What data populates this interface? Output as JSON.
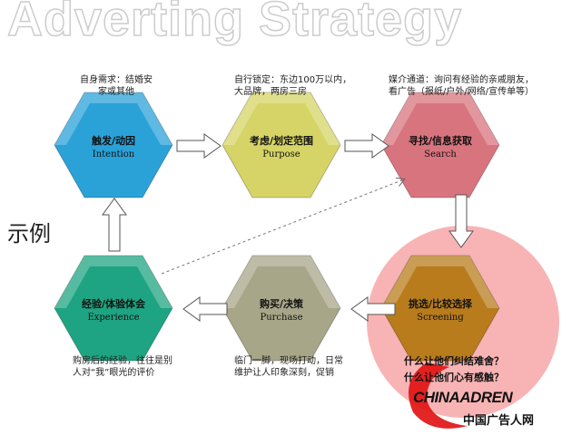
{
  "title": "Adverting Strategy",
  "example_label": "示例",
  "steps": [
    {
      "cn": "触发/动因",
      "en": "Intention",
      "note": "自身需求：结婚安\n家或其他",
      "color": "#2aa2d8"
    },
    {
      "cn": "考虑/划定范围",
      "en": "Purpose",
      "note": "自行锁定：东边100万以内，\n大品牌，两房三房",
      "color": "#d6d466"
    },
    {
      "cn": "寻找/信息获取",
      "en": "Search",
      "note": "媒介通道：询问有经验的亲戚朋友，\n看广告（报纸/户外/网络/宣传单等）",
      "color": "#d8747e"
    },
    {
      "cn": "挑选/比较选择",
      "en": "Screening",
      "note": "",
      "color": "#b87c1c"
    },
    {
      "cn": "购买/决策",
      "en": "Purchase",
      "note": "临门一脚，现场打动，日常\n维护让人印象深刻，促销",
      "color": "#a8a688"
    },
    {
      "cn": "经验/体验体会",
      "en": "Experience",
      "note": "购房后的经验，往往是别\n人对“我”眼光的评价",
      "color": "#1ea482"
    }
  ],
  "questions": [
    "什么让他们纠结难舍？",
    "什么让他们心有感触？"
  ],
  "watermark": {
    "brand": "CHINAADREN",
    "cn": "中国广告人网"
  },
  "highlight_color": "#f8b4b4"
}
